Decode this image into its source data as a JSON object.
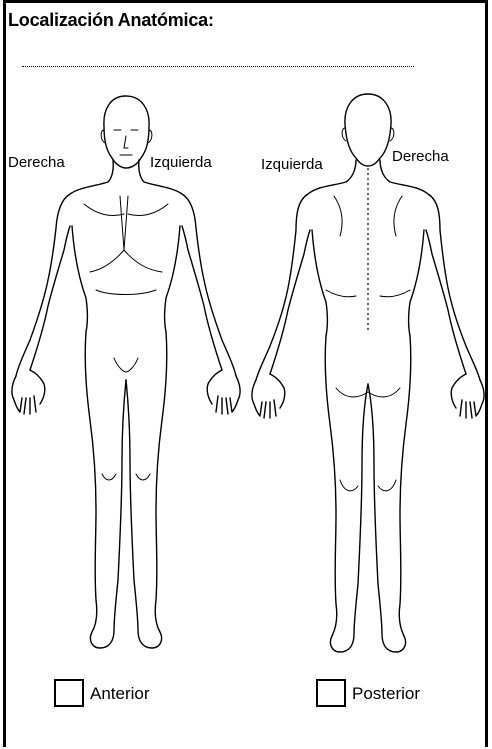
{
  "form": {
    "title": "Localización Anatómica:",
    "front_label_right": "Derecha",
    "front_label_left": "Izquierda",
    "back_label_left": "Izquierda",
    "back_label_right": "Derecha",
    "options": [
      {
        "label": "Anterior",
        "checked": false
      },
      {
        "label": "Posterior",
        "checked": false
      }
    ]
  }
}
